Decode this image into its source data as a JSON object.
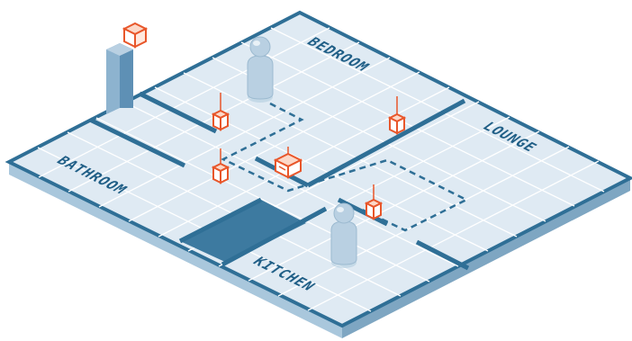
{
  "rooms": {
    "bedroom": "BEDROOM",
    "lounge": "LOUNGE",
    "bathroom": "BATHROOM",
    "kitchen": "KITCHEN"
  },
  "colors": {
    "floor": "#dfeaf3",
    "floor_edge_left": "#a9c7dc",
    "floor_edge_right": "#7ea6c2",
    "wall": "#2f6f96",
    "accent": "#e8562a",
    "figure": "#b9d0e2"
  },
  "icons": [
    "person-icon",
    "sensor-icon",
    "camera-icon",
    "router-icon"
  ]
}
